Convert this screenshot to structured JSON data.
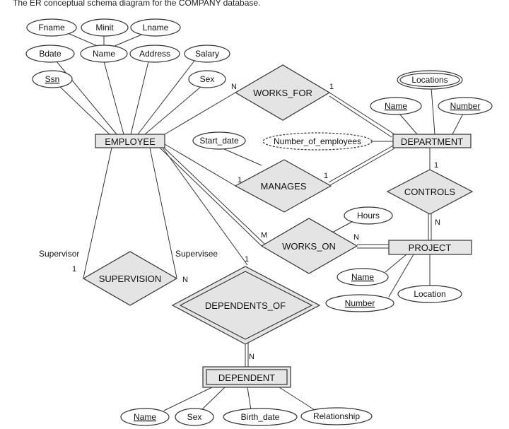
{
  "caption": "The ER conceptual schema diagram for the COMPANY database.",
  "entities": {
    "employee": "EMPLOYEE",
    "department": "DEPARTMENT",
    "project": "PROJECT",
    "dependent": "DEPENDENT"
  },
  "relationships": {
    "works_for": "WORKS_FOR",
    "manages": "MANAGES",
    "controls": "CONTROLS",
    "works_on": "WORKS_ON",
    "supervision": "SUPERVISION",
    "dependents_of": "DEPENDENTS_OF"
  },
  "attributes": {
    "fname": "Fname",
    "minit": "Minit",
    "lname": "Lname",
    "bdate": "Bdate",
    "emp_name": "Name",
    "address": "Address",
    "salary": "Salary",
    "ssn": "Ssn",
    "emp_sex": "Sex",
    "locations": "Locations",
    "dept_name": "Name",
    "dept_number": "Number",
    "start_date": "Start_date",
    "number_of_employees": "Number_of_employees",
    "hours": "Hours",
    "proj_name": "Name",
    "proj_number": "Number",
    "location": "Location",
    "dep_name": "Name",
    "dep_sex": "Sex",
    "birth_date": "Birth_date",
    "relationship": "Relationship"
  },
  "cardinalities": {
    "works_for_emp": "N",
    "works_for_dept": "1",
    "manages_emp": "1",
    "manages_dept": "1",
    "controls_dept": "1",
    "controls_proj": "N",
    "works_on_emp": "M",
    "works_on_proj": "N",
    "dependents_of_emp": "1",
    "dependents_of_dep": "N",
    "supervision_supervisor": "1",
    "supervision_supervisee": "N"
  },
  "roles": {
    "supervisor": "Supervisor",
    "supervisee": "Supervisee"
  }
}
